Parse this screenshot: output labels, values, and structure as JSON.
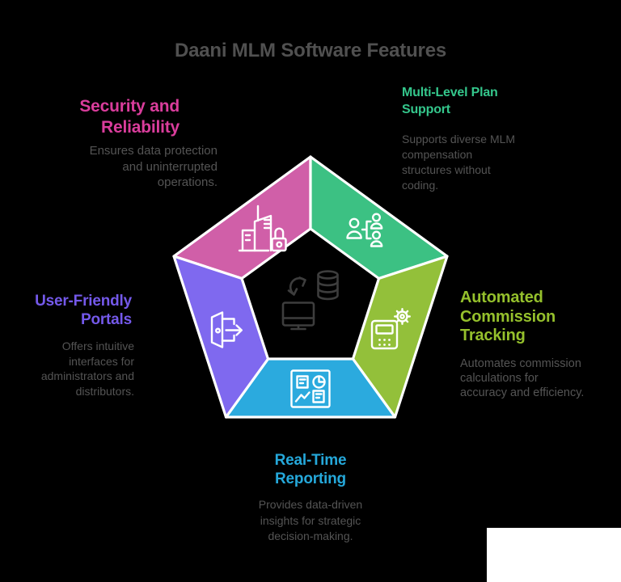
{
  "title": "Daani MLM Software Features",
  "colors": {
    "background": "#000000",
    "title": "#505050",
    "description_text": "#545454",
    "icon_stroke": "#ffffff",
    "center_icon": "#3d3d3d",
    "cover_box": "#ffffff"
  },
  "center_icon": "data-sync-icon",
  "features": [
    {
      "id": "security",
      "name": "Security and Reliability",
      "heading_lines": [
        "Security and",
        "Reliability"
      ],
      "description": "Ensures data protection and uninterrupted operations.",
      "description_lines": [
        "Ensures data protection",
        "and uninterrupted",
        "operations."
      ],
      "segment_color": "#d05fa8",
      "heading_color": "#da3d9c",
      "icon": "building-lock-icon"
    },
    {
      "id": "multilevel",
      "name": "Multi-Level Plan Support",
      "heading_lines": [
        "Multi-Level Plan",
        "Support"
      ],
      "description": "Supports diverse MLM compensation structures without coding.",
      "description_lines": [
        "Supports diverse MLM",
        "compensation",
        "structures without",
        "coding."
      ],
      "segment_color": "#3cc183",
      "heading_color": "#34c78c",
      "icon": "people-hierarchy-icon"
    },
    {
      "id": "commission",
      "name": "Automated Commission Tracking",
      "heading_lines": [
        "Automated",
        "Commission",
        "Tracking"
      ],
      "description": "Automates commission calculations for accuracy and efficiency.",
      "description_lines": [
        "Automates commission",
        "calculations for",
        "accuracy and efficiency."
      ],
      "segment_color": "#93c03a",
      "heading_color": "#95c02c",
      "icon": "calculator-gear-icon"
    },
    {
      "id": "reporting",
      "name": "Real-Time Reporting",
      "heading_lines": [
        "Real-Time",
        "Reporting"
      ],
      "description": "Provides data-driven insights for strategic decision-making.",
      "description_lines": [
        "Provides data-driven",
        "insights for strategic",
        "decision-making."
      ],
      "segment_color": "#2baade",
      "heading_color": "#25a8da",
      "icon": "report-dashboard-icon"
    },
    {
      "id": "portals",
      "name": "User-Friendly Portals",
      "heading_lines": [
        "User-Friendly",
        "Portals"
      ],
      "description": "Offers intuitive interfaces for administrators and distributors.",
      "description_lines": [
        "Offers intuitive",
        "interfaces for",
        "administrators and",
        "distributors."
      ],
      "segment_color": "#7f69ef",
      "heading_color": "#7459ea",
      "icon": "door-arrow-icon"
    }
  ]
}
